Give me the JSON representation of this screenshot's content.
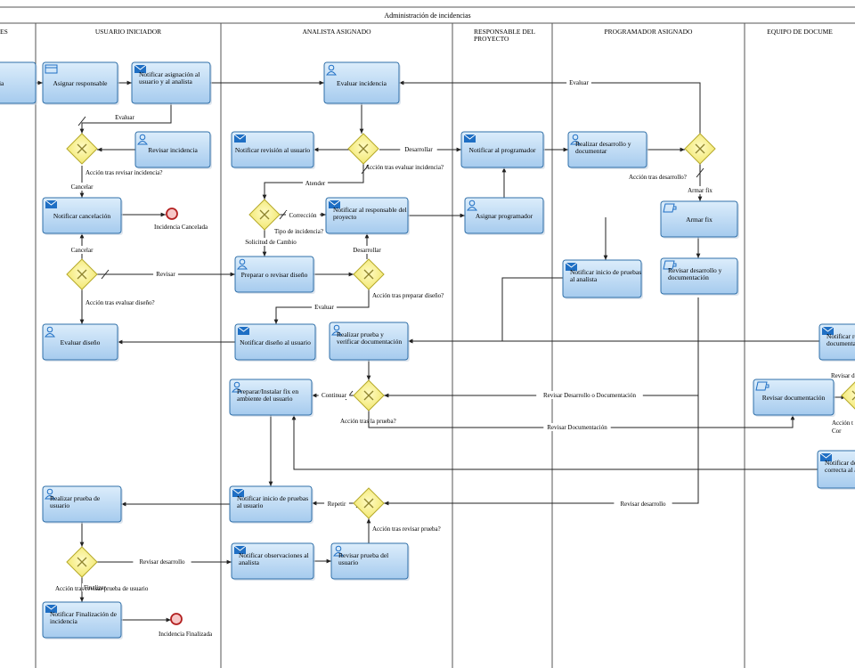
{
  "pool": {
    "title": "Administración de incidencias"
  },
  "lanes": [
    {
      "id": "l0",
      "title": "ES"
    },
    {
      "id": "l1",
      "title": "USUARIO INICIADOR"
    },
    {
      "id": "l2",
      "title": "ANALISTA ASIGNADO"
    },
    {
      "id": "l3",
      "title": "RESPONSABLE DEL PROYECTO"
    },
    {
      "id": "l4",
      "title": "PROGRAMADOR ASIGNADO"
    },
    {
      "id": "l5",
      "title": "EQUIPO DE DOCUME"
    }
  ],
  "tasks": [
    {
      "id": "t_cia",
      "type": "none",
      "lines": [
        "cia"
      ]
    },
    {
      "id": "t_asig",
      "type": "service",
      "lines": [
        "Asignar responsable"
      ]
    },
    {
      "id": "t_notasig",
      "type": "send",
      "lines": [
        "Notificar asignación al",
        "usuario y al analista"
      ]
    },
    {
      "id": "t_evalinc",
      "type": "user",
      "lines": [
        "Evaluar incidencia"
      ]
    },
    {
      "id": "t_revinc",
      "type": "user",
      "lines": [
        "Revisar incidencia"
      ]
    },
    {
      "id": "t_notrev",
      "type": "send",
      "lines": [
        "Notificar revisión al usuario"
      ]
    },
    {
      "id": "t_notprog",
      "type": "send",
      "lines": [
        "Notificar al programador"
      ]
    },
    {
      "id": "t_realdes",
      "type": "user",
      "lines": [
        "Realizar desarrollo y",
        "documentar"
      ]
    },
    {
      "id": "t_notcanc",
      "type": "send",
      "lines": [
        "Notificar cancelación"
      ]
    },
    {
      "id": "t_notresp",
      "type": "send",
      "lines": [
        "Notificar al responsable del",
        "proyecto"
      ]
    },
    {
      "id": "t_asigprog",
      "type": "user",
      "lines": [
        "Asignar programador"
      ]
    },
    {
      "id": "t_armar",
      "type": "script",
      "lines": [
        "Armar fix"
      ]
    },
    {
      "id": "t_prepdis",
      "type": "user",
      "lines": [
        "Preparar o revisar diseño"
      ]
    },
    {
      "id": "t_notinipa",
      "type": "send",
      "lines": [
        "Notificar inicio de pruebas",
        "al analista"
      ]
    },
    {
      "id": "t_revdesdoc",
      "type": "script",
      "lines": [
        "Revisar desarrollo y",
        "documentación"
      ]
    },
    {
      "id": "t_evaldis",
      "type": "user",
      "lines": [
        "Evaluar diseño"
      ]
    },
    {
      "id": "t_notdis",
      "type": "send",
      "lines": [
        "Notificar diseño al usuario"
      ]
    },
    {
      "id": "t_realprueba",
      "type": "user",
      "lines": [
        "Realizar prueba y",
        "verificar documentación"
      ]
    },
    {
      "id": "t_notrev2",
      "type": "send",
      "lines": [
        "Notificar re",
        "documentac"
      ]
    },
    {
      "id": "t_prepfix",
      "type": "user",
      "lines": [
        "Preparar/Instalar fix en",
        "ambiente del usuario"
      ]
    },
    {
      "id": "t_revdoc",
      "type": "script",
      "lines": [
        "Revisar documentación"
      ]
    },
    {
      "id": "t_notdoc",
      "type": "send",
      "lines": [
        "Notificar do",
        "correcta al a"
      ]
    },
    {
      "id": "t_realpu",
      "type": "user",
      "lines": [
        "Realizar prueba de",
        "usuario"
      ]
    },
    {
      "id": "t_notinipu",
      "type": "send",
      "lines": [
        "Notificar inicio de pruebas",
        "al usuario"
      ]
    },
    {
      "id": "t_notobs",
      "type": "send",
      "lines": [
        "Notificar observaciones al",
        "analista"
      ]
    },
    {
      "id": "t_revpru",
      "type": "user",
      "lines": [
        "Revisar prueba del",
        "usuario"
      ]
    },
    {
      "id": "t_notfin",
      "type": "send",
      "lines": [
        "Notificar Finalización de",
        "incidencia"
      ]
    }
  ],
  "gateways": [
    {
      "id": "g1",
      "label": "Acción tras  revisar incidencia?"
    },
    {
      "id": "g2",
      "label": "Acción tras  evaluar incidencia?"
    },
    {
      "id": "g3",
      "label": "Acción tras desarrollo?"
    },
    {
      "id": "g4",
      "label": "Tipo de incidencia?"
    },
    {
      "id": "g5",
      "label": "Acción tras evaluar diseño?"
    },
    {
      "id": "g6",
      "label": "Acción tras preparar diseño?"
    },
    {
      "id": "g7",
      "label": "Acción tras la prueba?"
    },
    {
      "id": "g8",
      "label": "Acción  t\nCor"
    },
    {
      "id": "g9",
      "label": "Acción tras revisar prueba?"
    },
    {
      "id": "g10",
      "label": "Acción tras revisar prueba de usuario"
    }
  ],
  "events": [
    {
      "id": "e1",
      "label": "Incidencia Cancelada"
    },
    {
      "id": "e2",
      "label": "Incidencia Finalizada"
    }
  ],
  "edge_labels": [
    {
      "id": "lb_evaluar1",
      "text": "Evaluar"
    },
    {
      "id": "lb_evaluar2",
      "text": "Evaluar"
    },
    {
      "id": "lb_desarrollar1",
      "text": "Desarrollar"
    },
    {
      "id": "lb_cancelar1",
      "text": "Cancelar"
    },
    {
      "id": "lb_atender",
      "text": "Atender"
    },
    {
      "id": "lb_armar",
      "text": "Armar fix"
    },
    {
      "id": "lb_correccion",
      "text": "Corrección"
    },
    {
      "id": "lb_solicitud",
      "text": "Solicitud de Cambio"
    },
    {
      "id": "lb_cancelar2",
      "text": "Cancelar"
    },
    {
      "id": "lb_desarrollar2",
      "text": "Desarrollar"
    },
    {
      "id": "lb_revisar",
      "text": "Revisar"
    },
    {
      "id": "lb_evaluar3",
      "text": "Evaluar"
    },
    {
      "id": "lb_revdesdoc",
      "text": "Revisar Desarrollo o Documentación"
    },
    {
      "id": "lb_revdoc",
      "text": "Revisar Documentación"
    },
    {
      "id": "lb_continuar",
      "text": "Continuar"
    },
    {
      "id": "lb_revisardo",
      "text": "Revisar do"
    },
    {
      "id": "lb_repetir",
      "text": "Repetir"
    },
    {
      "id": "lb_revdes1",
      "text": "Revisar desarrollo"
    },
    {
      "id": "lb_revdes2",
      "text": "Revisar desarrollo"
    },
    {
      "id": "lb_finalizar",
      "text": "Finalizar"
    }
  ],
  "colors": {
    "task_fill_top": "#d9ebfa",
    "task_fill_bottom": "#a9cdee",
    "task_stroke": "#2f6fa8",
    "icon_blue": "#1f6fc4",
    "gateway_fill": "#fbf59a",
    "gateway_stroke": "#b5a92a",
    "gateway_x": "#8f8530",
    "event_fill": "#f7c7c7",
    "event_stroke": "#b32020",
    "line": "#222222",
    "lane_line": "#555555"
  }
}
